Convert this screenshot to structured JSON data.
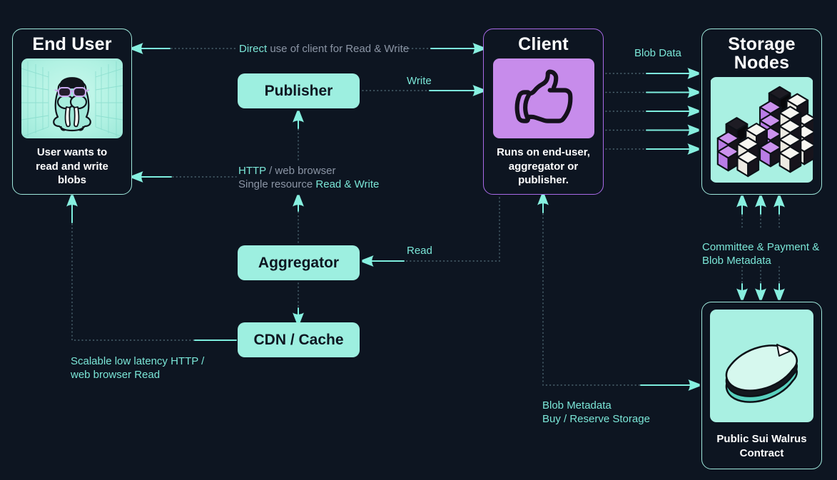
{
  "nodes": {
    "end_user": {
      "title": "End User",
      "caption": "User wants to read and write blobs",
      "icon": "walrus-icon"
    },
    "publisher": {
      "label": "Publisher"
    },
    "aggregator": {
      "label": "Aggregator"
    },
    "cdn": {
      "label": "CDN / Cache"
    },
    "client": {
      "title": "Client",
      "caption": "Runs on end-user, aggregator or publisher.",
      "icon": "thumbs-up-icon"
    },
    "storage_nodes": {
      "title": "Storage Nodes",
      "icon": "storage-cubes-icon"
    },
    "contract": {
      "caption": "Public Sui Walrus Contract",
      "icon": "stacked-papers-icon"
    }
  },
  "edges": {
    "direct": {
      "highlight": "Direct",
      "rest": " use of client for Read & Write"
    },
    "write": {
      "label": "Write"
    },
    "blob_data": {
      "label": "Blob Data"
    },
    "http": {
      "highlight": "HTTP",
      "rest": " / web browser"
    },
    "single_resource": {
      "rest": "Single resource ",
      "highlight": "Read & Write"
    },
    "read": {
      "label": "Read"
    },
    "committee": {
      "label": "Committee & Payment & Blob Metadata"
    },
    "client_contract": {
      "line1": "Blob Metadata",
      "line2": "Buy / Reserve Storage"
    },
    "scalable": {
      "label": "Scalable low latency HTTP / web browser Read"
    }
  },
  "colors": {
    "background": "#0d1521",
    "teal_accent": "#7be7d8",
    "gray_text": "#8b95a5",
    "mint_fill": "#9defe0",
    "purple_fill": "#c78ceb",
    "purple_border": "#a96ae8",
    "teal_border": "#9fe8dc",
    "arrow_solid": "#7deede",
    "arrow_dash": "#4c6570"
  }
}
